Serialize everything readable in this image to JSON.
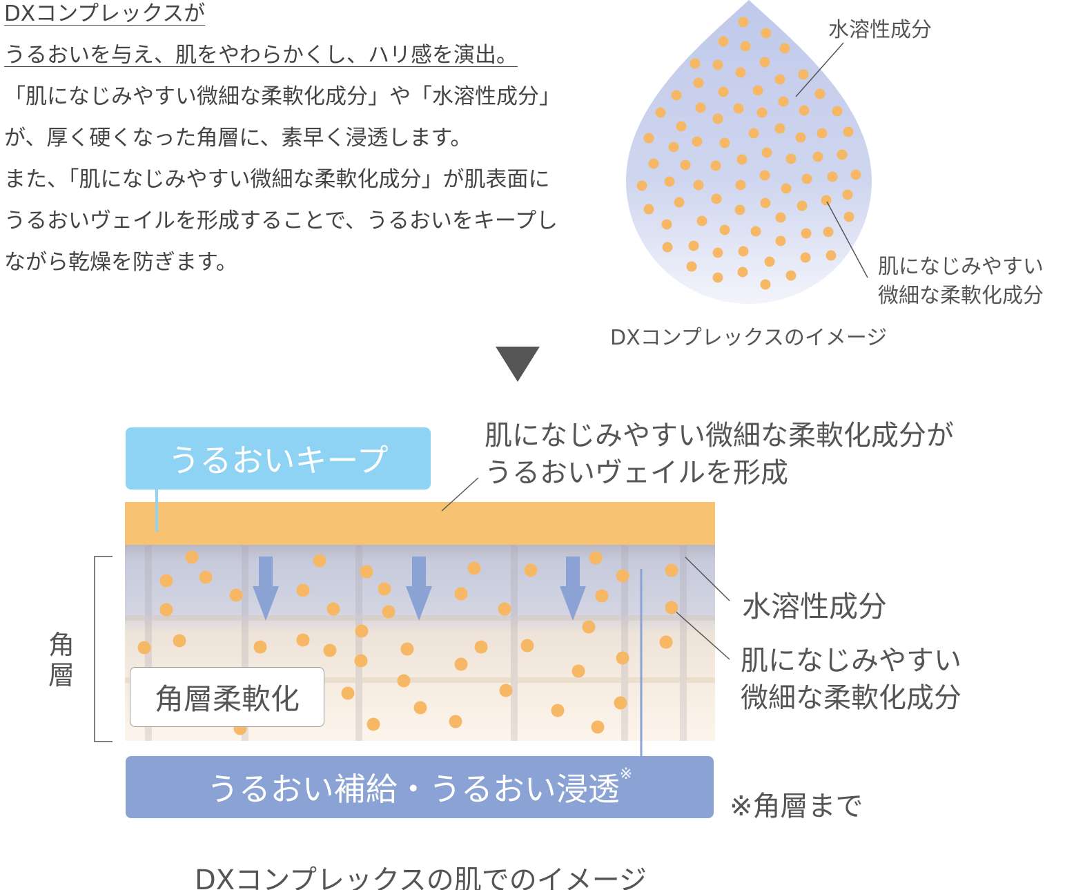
{
  "intro": {
    "lines": [
      "DXコンプレックスが",
      "うるおいを与え、肌をやわらかくし、ハリ感を演出。",
      "「肌になじみやすい微細な柔軟化成分」や「水溶性成分」",
      "が、厚く硬くなった角層に、素早く浸透します。",
      "また、「肌になじみやすい微細な柔軟化成分」が肌表面に",
      "うるおいヴェイルを形成することで、うるおいをキープし",
      "ながら乾燥を防ぎます。"
    ]
  },
  "droplet": {
    "label_water": "水溶性成分",
    "label_softener_1": "肌になじみやすい",
    "label_softener_2": "微細な柔軟化成分",
    "caption": "DXコンプレックスのイメージ"
  },
  "skin": {
    "keep_label": "うるおいキープ",
    "veil_note_1": "肌になじみやすい微細な柔軟化成分が",
    "veil_note_2": "うるおいヴェイルを形成",
    "layer_label": "角層",
    "soften_label": "角層柔軟化",
    "water_label": "水溶性成分",
    "softener_label_1": "肌になじみやすい",
    "softener_label_2": "微細な柔軟化成分",
    "supply_label": "うるおい補給・うるおい浸透",
    "supply_mark": "※",
    "footnote": "※角層まで",
    "caption": "DXコンプレックスの肌でのイメージ"
  },
  "colors": {
    "veil": "#f7c272",
    "dot": "#f6b865",
    "arrow": "#8aa3d4",
    "keep_box": "#8fd3f4",
    "supply_box": "#8aa3d4",
    "droplet": "#c5cdec"
  }
}
